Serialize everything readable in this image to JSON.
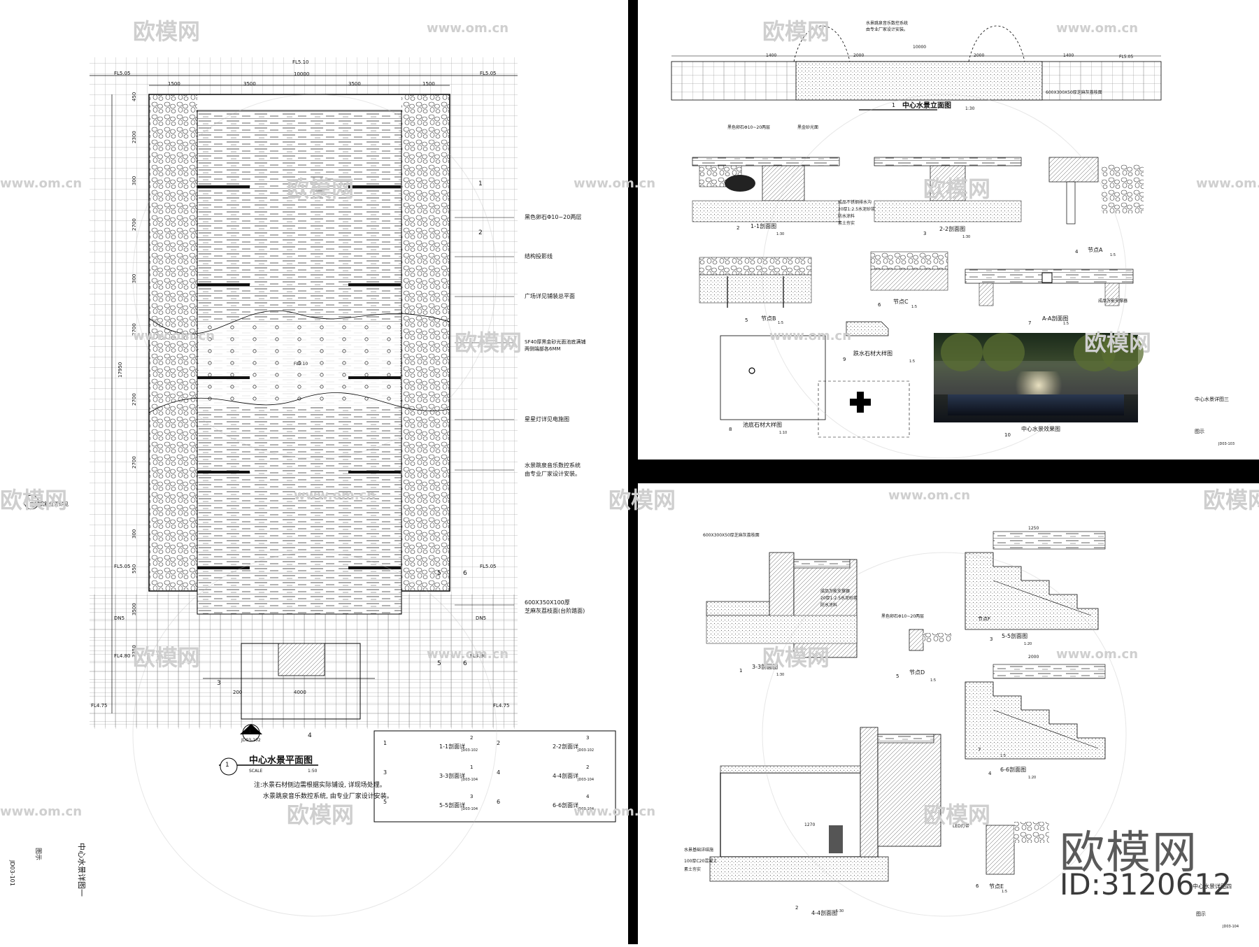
{
  "watermark": {
    "brand": "欧模网",
    "url": "www.om.cn",
    "id": "ID:3120612"
  },
  "left_sheet": {
    "title": "中心水景平面图",
    "scale": "SCALE",
    "ratio": "1:50",
    "circle_no": "1",
    "note_1": "注:水景石材侧边需根据实际铺设, 详现场处理。",
    "note_2": "水景跳泉音乐数控系统, 由专业厂家设计安装。",
    "sheet_code": "JD03-101",
    "sheet_name": "中心水景详图一",
    "sheet_sub": "图示",
    "dims_top": [
      "1500",
      "3500",
      "3500",
      "1500"
    ],
    "dim_total": "10000",
    "levels": {
      "top": "FL5.10",
      "tl": "FL5.05",
      "tr": "FL5.05",
      "ml": "FL5.05",
      "mr": "FL5.05",
      "bl": "FL4.80",
      "br": "FL4.80",
      "bl2": "FL4.75",
      "br2": "FL4.75",
      "center": "FL5.10"
    },
    "dims_left": [
      "450",
      "2300",
      "300",
      "2700",
      "300",
      "2700",
      "2700",
      "2700",
      "300",
      "550",
      "3500",
      "3350"
    ],
    "dim_left_total": "17950",
    "bottom_dim": "4000",
    "bottom_dim2": "200",
    "dn_left": "DN5",
    "dn_right": "DN5",
    "callouts": [
      "黑色卵石Φ10~20两层",
      "结构投影线",
      "广场详见铺装总平面",
      "SF40厚黑金砂光面池底满铺",
      "两侧端部各6MM",
      "星星灯详见电施图",
      "水景跳泉音乐数控系统",
      "由专业厂家设计安装。",
      "600X350X100厚",
      "芝麻灰荔枝面(台阶踏面)",
      "三柳钢筋位置详见"
    ],
    "section_marks": [
      "1",
      "2",
      "1",
      "2",
      "5",
      "6",
      "5",
      "6",
      "3",
      "4"
    ],
    "legend": {
      "rows": [
        {
          "num_a": "1",
          "label_a": "1-1剖面详",
          "code_a": "JD03-102",
          "circ_a": "2",
          "num_b": "2",
          "label_b": "2-2剖面详",
          "code_b": "JD03-102",
          "circ_b": "3"
        },
        {
          "num_a": "3",
          "label_a": "3-3剖面详",
          "code_a": "JD03-104",
          "circ_a": "1",
          "num_b": "4",
          "label_b": "4-4剖面详",
          "code_b": "JD03-104",
          "circ_b": "2"
        },
        {
          "num_a": "5",
          "label_a": "5-5剖面详",
          "code_a": "JD03-104",
          "circ_a": "3",
          "num_b": "6",
          "label_b": "6-6剖面详",
          "code_b": "JD03-104",
          "circ_b": "4"
        }
      ]
    },
    "ref_code": "JD03-102",
    "ref_circle": "1"
  },
  "top_right_sheet": {
    "elev_title": "中心水景立面图",
    "elev_no": "1",
    "elev_scale": "1:30",
    "elev_note_1": "水景跳泉音乐数控系统",
    "elev_note_2": "由专业厂家设计安装。",
    "elev_dims": [
      "1400",
      "2000",
      "10000",
      "2000",
      "1400"
    ],
    "elev_level": "FL5.05",
    "details": [
      {
        "no": "2",
        "title": "1-1剖面图",
        "scale": "1:30"
      },
      {
        "no": "3",
        "title": "2-2剖面图",
        "scale": "1:30"
      },
      {
        "no": "4",
        "title": "节点A",
        "scale": "1:5"
      },
      {
        "no": "5",
        "title": "节点B",
        "scale": "1:5"
      },
      {
        "no": "6",
        "title": "节点C",
        "scale": "1:5"
      },
      {
        "no": "7",
        "title": "A-A剖面图",
        "scale": "1:5"
      },
      {
        "no": "8",
        "title": "池底石材大样图",
        "scale": "1:10"
      },
      {
        "no": "9",
        "title": "跌水石材大样图",
        "scale": "1:5"
      },
      {
        "no": "10",
        "title": "中心水景效果图",
        "scale": ""
      }
    ],
    "callouts": [
      "黑色卵石Φ10~20两层",
      "黑金砂光面",
      "成品不锈钢排水沟",
      "20厚1:2.5水泥砂浆",
      "防水涂料",
      "素土夯实",
      "600X300X50厚芝麻灰荔枝面",
      "成品万能支撑器"
    ],
    "sheet_name": "中心水景详图三",
    "sheet_sub": "图示",
    "sheet_code": "JD03-103"
  },
  "bottom_right_sheet": {
    "details": [
      {
        "no": "1",
        "title": "3-3剖面图",
        "scale": "1:30"
      },
      {
        "no": "2",
        "title": "4-4剖面图",
        "scale": "1:30"
      },
      {
        "no": "3",
        "title": "5-5剖面图",
        "scale": "1:20"
      },
      {
        "no": "4",
        "title": "6-6剖面图",
        "scale": "1:20"
      },
      {
        "no": "5",
        "title": "节点D",
        "scale": "1:5"
      },
      {
        "no": "6",
        "title": "节点E",
        "scale": "1:5"
      },
      {
        "no": "7",
        "title": "节点F",
        "scale": "1:5"
      }
    ],
    "callouts": [
      "600X300X50厚芝麻灰荔枝面",
      "黑色卵石Φ10~20两层",
      "成品万能支撑器",
      "20厚1:2.5水泥砂浆",
      "防水涂料",
      "100厚C20混凝土",
      "素土夯实",
      "水景基础详结施",
      "LED灯带"
    ],
    "sheet_name": "中心水景详图四",
    "sheet_sub": "图示",
    "sheet_code": "JD03-104",
    "dims": [
      "1250",
      "2000",
      "1270"
    ]
  }
}
